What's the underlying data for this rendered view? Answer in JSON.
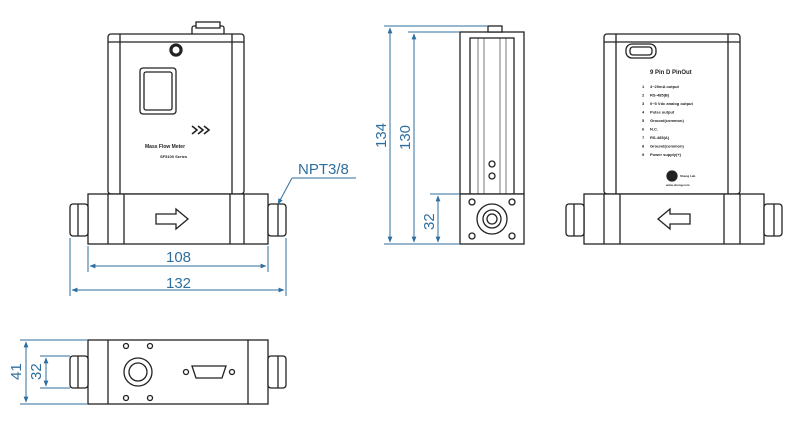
{
  "device": {
    "title": "Mass Flow Meter",
    "series": "SF5100 Series",
    "brand": "Sheng Lab",
    "website": "www.sheng.com"
  },
  "dimensions": {
    "inner_width": "108",
    "overall_width": "132",
    "thread": "NPT3/8",
    "overall_height": "134",
    "body_height": "130",
    "port_height": "32",
    "bottom_depth": "41",
    "bottom_inner": "32"
  },
  "pinout": {
    "title": "9 Pin D PinOut",
    "pins": [
      {
        "num": "1",
        "label": "4~20mA output"
      },
      {
        "num": "2",
        "label": "RS-485(B)"
      },
      {
        "num": "3",
        "label": "0~5 Vdc analog output"
      },
      {
        "num": "4",
        "label": "Pulse output"
      },
      {
        "num": "5",
        "label": "Ground(common)"
      },
      {
        "num": "6",
        "label": "N.C."
      },
      {
        "num": "7",
        "label": "RS-485(A)"
      },
      {
        "num": "8",
        "label": "Ground(common)"
      },
      {
        "num": "9",
        "label": "Power supply(+)"
      }
    ]
  },
  "colors": {
    "dimension": "#2f6f9f",
    "outline": "#222222"
  }
}
